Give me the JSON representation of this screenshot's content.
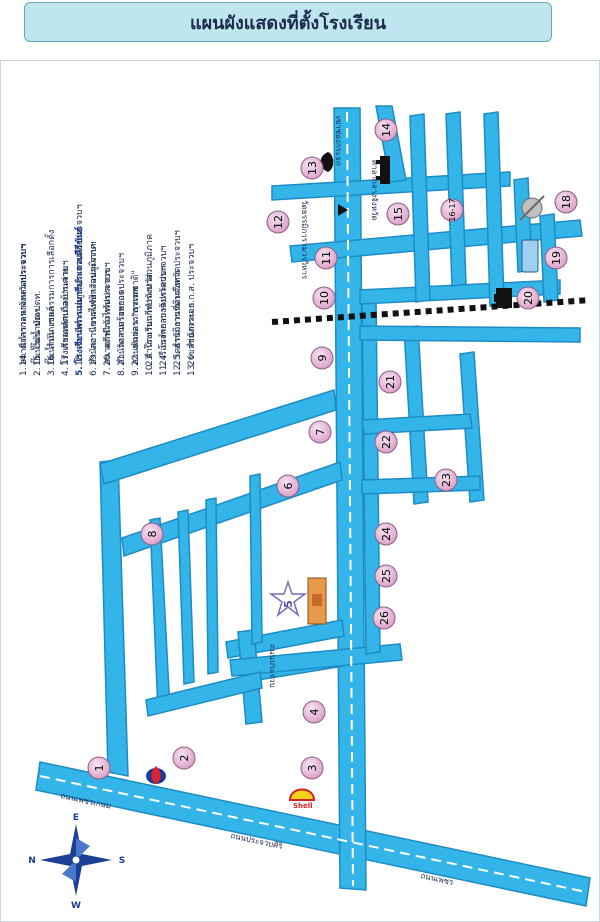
{
  "title": "แผนผังแสดงที่ตั้งโรงเรียน",
  "legend_left": [
    "1. สถานีตำรวจทางหลวงประจวบฯ",
    "2. ปั๊มน้ำมัน ปตท.",
    "3. ปั๊มน้ำมัน เชลล์",
    "4. โรงเรียนเทศบาลบ้านค่าย",
    "5. โรงเรียนพระแม่มารีประจวบคีรีขันธ์",
    "6. สำนักงานการไฟฟ้าส่วนภูมิภาค",
    "7. สนามกีฬาจังหวัดประจวบฯ",
    "8. สำนักงานสรรพากร",
    "9. สวนพักผ่อน \"ธรรมชาติ\"",
    "10. สำนักงานการประปาส่วนภูมิภาค",
    "11. เรือนจำกลางจังหวัดประจวบฯ",
    "12. วัดธรรมิการามวรวิหาร",
    "13. เขาช่องกระจก"
  ],
  "legend_right": [
    "14. ศาลากลางจังหวัดประจวบฯ",
    "15. ปั๊มน้ำมัน ปตท.",
    "16. สำนักงานกรรมการการเลือกตั้ง",
    "17. ศาลหลักเมืองประจวบฯ",
    "18. สถานีตำรวจภูธรอำเภอเมืองประจวบฯ",
    "19. สถานีขนส่งจังหวัดประจวบฯ",
    "20. สถานีรถไฟประจวบฯ",
    "21. วัดสามร้อยยอดประจวบฯ",
    "22. ธนาคารกรุงเทพ",
    "23. โรงเรียนกีฬาจังหวัด",
    "24. โรงพยาบาลประจวบฯ",
    "25. สำนักงานที่ดินจังหวัดประจวบฯ",
    "26. สำนักงาน ธ.ก.ส. ประจวบฯ"
  ],
  "markers": [
    "1",
    "2",
    "3",
    "4",
    "5",
    "6",
    "7",
    "8",
    "9",
    "10",
    "11",
    "12",
    "13",
    "14",
    "15",
    "16-17",
    "18",
    "19",
    "20",
    "21",
    "22",
    "23",
    "24",
    "25",
    "26"
  ],
  "road_labels": {
    "bottom_left": "ถนนเพชรเกษม",
    "bottom_middle": "ถนนประจวบศิริ",
    "bottom_right": "ถนนเพชร",
    "school_road": "ถนนประจวบ",
    "top_mountain": "เขาช่องกระจก",
    "temple": "วัดธรรมิการามวรวิหาร",
    "city_hall": "ศาลากลางจังหวัด"
  },
  "brands": {
    "shell": "Shell"
  },
  "compass": {
    "north": "N",
    "south": "S",
    "east": "E",
    "west": "W"
  },
  "colors": {
    "road": "#33b5ea",
    "road_edge": "#1b7fb5",
    "marker": "#e7b5d7",
    "marker_edge": "#8e5f87",
    "railway": "#111111"
  }
}
